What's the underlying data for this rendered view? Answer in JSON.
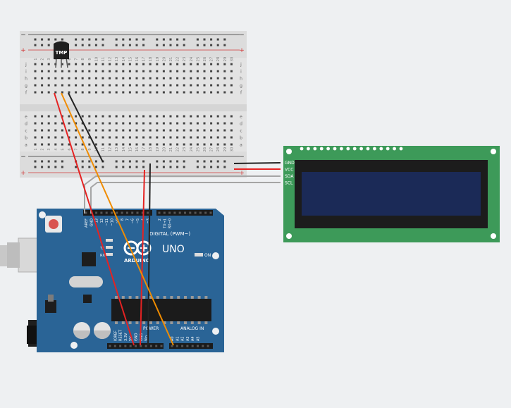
{
  "sensor": {
    "label": "TMP"
  },
  "breadboard": {
    "minus_sign": "−",
    "plus_sign": "+",
    "row_letters_top": [
      "j",
      "i",
      "h",
      "g",
      "f"
    ],
    "row_letters_bottom": [
      "e",
      "d",
      "c",
      "b",
      "a"
    ],
    "column_numbers": [
      "1",
      "2",
      "3",
      "4",
      "5",
      "6",
      "7",
      "8",
      "9",
      "10",
      "11",
      "12",
      "13",
      "14",
      "15",
      "16",
      "17",
      "18",
      "19",
      "20",
      "21",
      "22",
      "23",
      "24",
      "25",
      "26",
      "27",
      "28",
      "29",
      "30"
    ]
  },
  "lcd": {
    "pins": [
      "GND",
      "VCC",
      "SDA",
      "SCL"
    ]
  },
  "arduino": {
    "brand": "ARDUINO",
    "model": "UNO",
    "digital_label": "DIGITAL (PWM~)",
    "power_label": "POWER",
    "analog_label": "ANALOG IN",
    "on_label": "ON",
    "led_labels": [
      "L",
      "TX",
      "RX"
    ],
    "top_pins": [
      "AREF",
      "GND",
      "13",
      "12",
      "~11",
      "~10",
      "~9",
      "8",
      "7",
      "~6",
      "~5",
      "4",
      "~3",
      "2",
      "TX→1",
      "RX←0"
    ],
    "power_pins": [
      "IOREF",
      "RESET",
      "3.3V",
      "5V",
      "GND",
      "GND",
      "Vin"
    ],
    "analog_pins": [
      "A0",
      "A1",
      "A2",
      "A3",
      "A4",
      "A5"
    ]
  },
  "colors": {
    "background": "#eef0f2",
    "breadboard": "#e3e3e3",
    "rail_red": "#d33a3a",
    "rail_black": "#333333",
    "board_blue": "#2a6496",
    "lcd_green": "#3d9a59",
    "lcd_screen": "#1b2a57",
    "wire_red": "#e52222",
    "wire_black": "#222222",
    "wire_orange": "#f08c00",
    "wire_gray": "#a5a5a5"
  }
}
